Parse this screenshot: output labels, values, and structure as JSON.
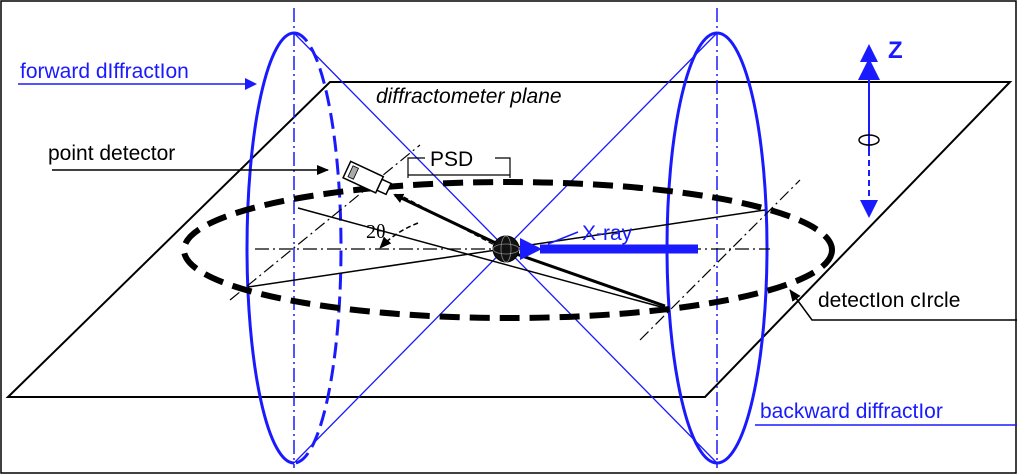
{
  "colors": {
    "ink": "#000000",
    "blue": "#1a1aff",
    "page": "#ffffff"
  },
  "labels": {
    "forward": "forward dIffractIon",
    "plane": "diffractometer plane",
    "point_detector": "point detector",
    "psd": "PSD",
    "two_theta": "2θ",
    "xray": "X-ray",
    "z": "Z",
    "detection": "detectIon cIrcle",
    "backward": "backward diffractIor"
  },
  "icons": {
    "detector": "camera-shaped-detector-icon",
    "sample": "spherical-sample-icon",
    "rotation": "rotation-ellipse-icon"
  }
}
